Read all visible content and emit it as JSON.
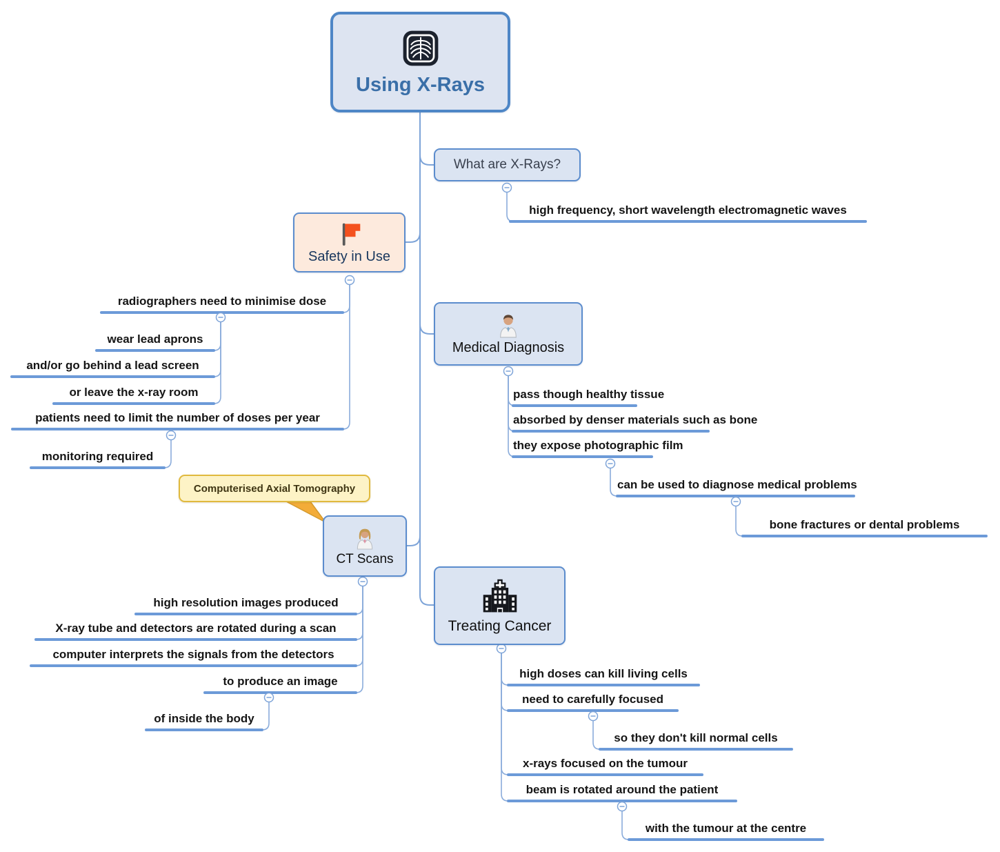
{
  "map": {
    "root": {
      "label": "Using X-Rays"
    },
    "what": {
      "label": "What are X-Rays?",
      "items": [
        "high frequency, short wavelength electromagnetic waves"
      ]
    },
    "safety": {
      "label": "Safety in Use",
      "radiographers": {
        "label": "radiographers need to minimise dose",
        "items": [
          "wear lead aprons",
          "and/or go behind a lead screen",
          "or leave the x-ray room"
        ]
      },
      "patients": {
        "label": "patients need to limit the number of doses per year",
        "items": [
          "monitoring required"
        ]
      }
    },
    "medical": {
      "label": "Medical Diagnosis",
      "items": [
        "pass though healthy tissue",
        "absorbed by denser materials such as bone",
        "they expose photographic film"
      ],
      "diagnose": {
        "label": "can be used to diagnose medical problems",
        "items": [
          "bone fractures or dental problems"
        ]
      }
    },
    "ct": {
      "label": "CT Scans",
      "callout": "Computerised Axial Tomography",
      "items": [
        "high resolution images produced",
        "X-ray tube and detectors are rotated during a scan",
        "computer interprets the signals from the detectors",
        "to produce an image"
      ],
      "produce": {
        "items": [
          "of inside the body"
        ]
      }
    },
    "cancer": {
      "label": "Treating Cancer",
      "items": [
        "high doses can kill living cells",
        "need to carefully focused",
        "x-rays focused on the tumour",
        "beam is rotated around the patient"
      ],
      "focused": {
        "items": [
          "so they don't kill normal cells"
        ]
      },
      "rotated": {
        "items": [
          "with the tumour at the centre"
        ]
      }
    },
    "colors": {
      "node_fill": "#dbe4f2",
      "node_border": "#5b8ccd",
      "safety_fill": "#fdeadd",
      "callout_fill": "#fdf3c6",
      "callout_border": "#e0b93e",
      "connector": "#7ea4d8",
      "underline": "#6c9ad8",
      "root_text": "#3a6fa8"
    }
  }
}
